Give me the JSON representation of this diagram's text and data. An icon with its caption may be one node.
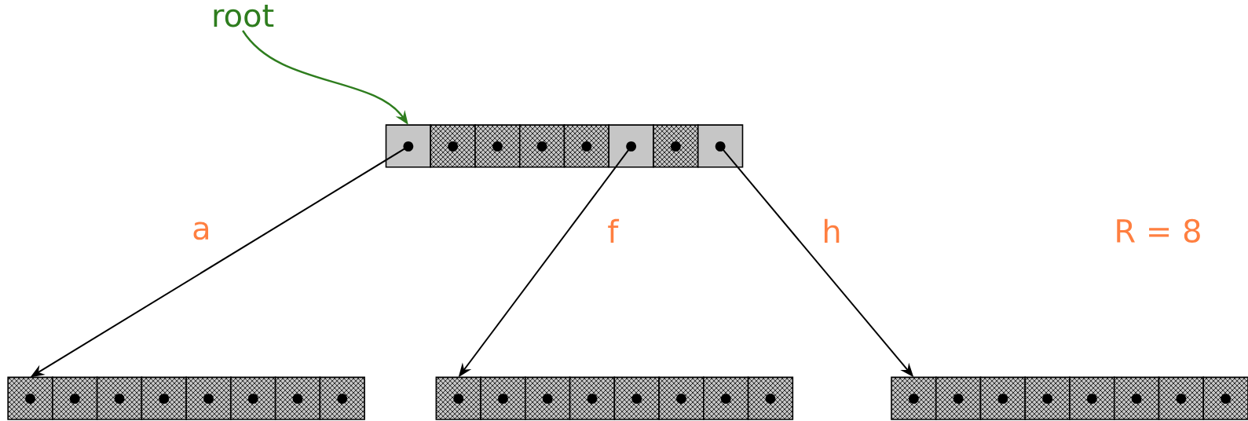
{
  "diagram": {
    "nodes": [
      {
        "text": [
          "root"
        ]
      },
      {
        "text": [],
        "shape": "bar"
      },
      {
        "text": [],
        "shape": "bar"
      },
      {
        "text": [],
        "shape": "bar"
      },
      {
        "text": [],
        "shape": "bar"
      }
    ],
    "edges": [
      {
        "from": 0,
        "to": 1,
        "arrow": "to",
        "color": "#2e7d1e"
      },
      {
        "from": 1,
        "to": 2,
        "arrow": "to",
        "label": "a"
      },
      {
        "from": 1,
        "to": 3,
        "arrow": "to",
        "label": "f"
      },
      {
        "from": 1,
        "to": 4,
        "arrow": "to",
        "label": "h"
      }
    ],
    "labels": [
      "R = 8"
    ]
  }
}
